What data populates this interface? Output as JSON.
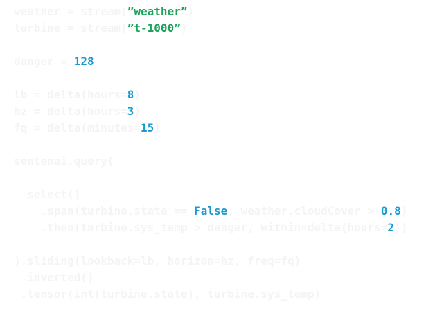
{
  "code_lines": [
    [
      {
        "t": "weather = stream(",
        "k": "p"
      },
      {
        "t": "”weather”",
        "k": "s"
      },
      {
        "t": ")",
        "k": "p"
      }
    ],
    [
      {
        "t": "turbine = stream(",
        "k": "p"
      },
      {
        "t": "”t-1000”",
        "k": "s"
      },
      {
        "t": ")",
        "k": "p"
      }
    ],
    [],
    [
      {
        "t": "danger = ",
        "k": "p"
      },
      {
        "t": "128",
        "k": "n"
      }
    ],
    [],
    [
      {
        "t": "lb = delta(hours=",
        "k": "p"
      },
      {
        "t": "8",
        "k": "n"
      },
      {
        "t": ")",
        "k": "p"
      }
    ],
    [
      {
        "t": "hz = delta(hours=",
        "k": "p"
      },
      {
        "t": "3",
        "k": "n"
      },
      {
        "t": ")",
        "k": "p"
      }
    ],
    [
      {
        "t": "fq = delta(minutes=",
        "k": "p"
      },
      {
        "t": "15",
        "k": "n"
      },
      {
        "t": ")",
        "k": "p"
      }
    ],
    [],
    [
      {
        "t": "sentenai.query(",
        "k": "p"
      }
    ],
    [],
    [
      {
        "t": "  select()",
        "k": "p"
      }
    ],
    [
      {
        "t": "    .span(turbine.state == ",
        "k": "p"
      },
      {
        "t": "False",
        "k": "n"
      },
      {
        "t": ", weather.cloudCover > ",
        "k": "p"
      },
      {
        "t": "0.8",
        "k": "n"
      },
      {
        "t": ")",
        "k": "p"
      }
    ],
    [
      {
        "t": "    .then(turbine.sys_temp > danger, within=delta(hours=",
        "k": "p"
      },
      {
        "t": "2",
        "k": "n"
      },
      {
        "t": "))",
        "k": "p"
      }
    ],
    [],
    [
      {
        "t": ").sliding(lookback=lb, horizon=hz, freq=fq)",
        "k": "p"
      }
    ],
    [
      {
        "t": " .inverted()",
        "k": "p"
      }
    ],
    [
      {
        "t": " .tensor(int(turbine.state), turbine.sys_temp)",
        "k": "p"
      }
    ]
  ],
  "colors": {
    "plain": "#f4f4f4",
    "string": "#1ba35a",
    "number": "#1a9bd0"
  }
}
